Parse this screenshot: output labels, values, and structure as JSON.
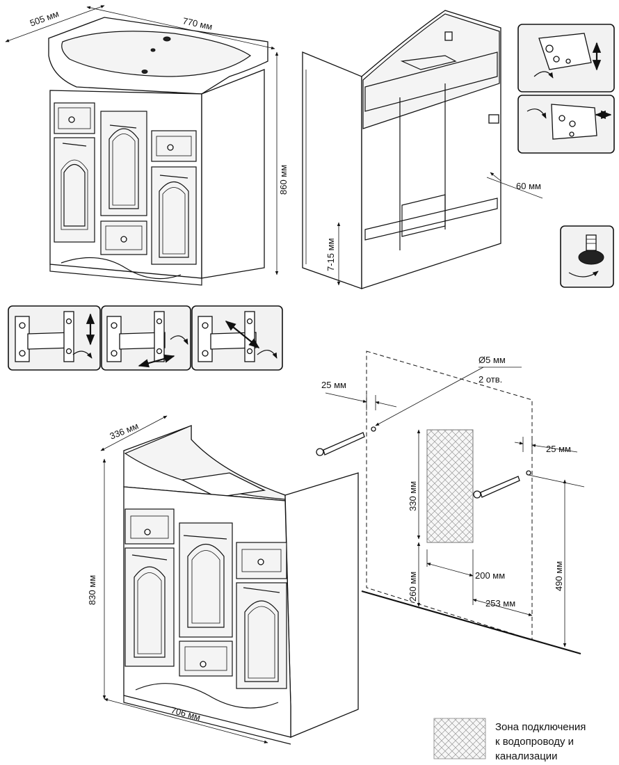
{
  "dimensions": {
    "depth_top": "505 мм",
    "width_top": "770 мм",
    "height_full": "860 мм",
    "leg_adjust": "7-15 мм",
    "back_offset": "60 мм",
    "depth_cabinet": "336 мм",
    "height_cabinet": "830 мм",
    "width_cabinet": "706 мм",
    "hole_left_offset": "25 мм",
    "hole_right_offset": "25 мм",
    "hole_diameter": "Ø5 мм",
    "hole_count": "2 отв.",
    "zone_height": "330 мм",
    "zone_bottom": "260 мм",
    "zone_width": "200 мм",
    "zone_offset": "253 мм",
    "hole_height": "490 мм"
  },
  "legend": {
    "line1": "Зона подключения",
    "line2": "к водопроводу и",
    "line3": "канализации"
  }
}
